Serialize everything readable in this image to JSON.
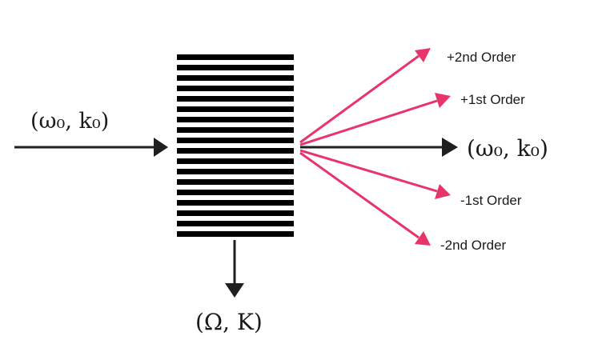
{
  "input_beam": {
    "label": "(ω₀, k₀)"
  },
  "output_beam": {
    "label": "(ω₀, k₀)"
  },
  "modulation": {
    "label": "(Ω, K)"
  },
  "diffraction_orders": [
    {
      "label": "+2nd Order"
    },
    {
      "label": "+1st Order"
    },
    {
      "label": "-1st Order"
    },
    {
      "label": "-2nd Order"
    }
  ],
  "colors": {
    "beam": "#1f1f1f",
    "orders": "#e8336b",
    "grating": "#000000"
  }
}
